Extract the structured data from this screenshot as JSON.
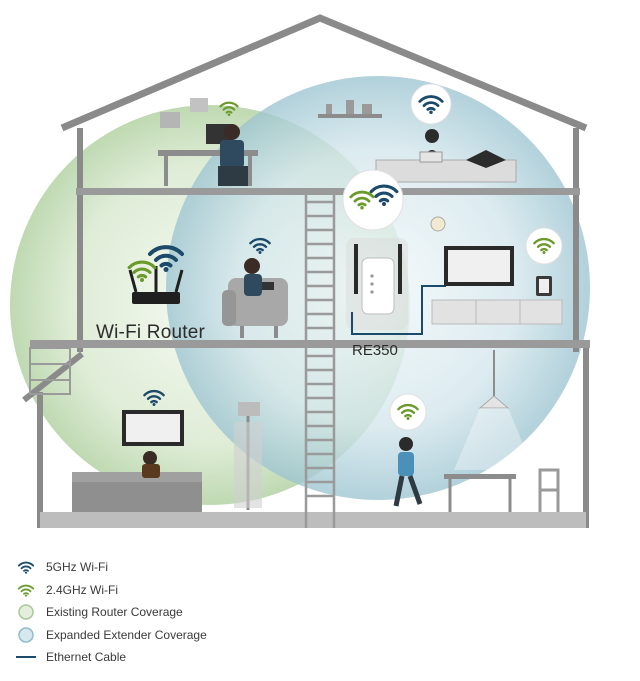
{
  "labels": {
    "router": "Wi-Fi Router",
    "extender": "RE350"
  },
  "legend": [
    {
      "symbol": "wifi-5ghz-icon",
      "label": "5GHz Wi-Fi",
      "color": "#1b4a6b"
    },
    {
      "symbol": "wifi-24ghz-icon",
      "label": "2.4GHz Wi-Fi",
      "color": "#6a9a2a"
    },
    {
      "symbol": "router-coverage-swatch",
      "label": "Existing Router Coverage",
      "color": "#cfe3c6"
    },
    {
      "symbol": "extender-coverage-swatch",
      "label": "Expanded Extender Coverage",
      "color": "#bcd7e0"
    },
    {
      "symbol": "ethernet-line",
      "label": "Ethernet Cable",
      "color": "#1b4a6b"
    }
  ],
  "colors": {
    "wifi_5ghz": "#1b4a6b",
    "wifi_24ghz": "#6a9a2a",
    "router_coverage": "#cfe3c6",
    "extender_coverage": "#bcd7e0",
    "house_structure": "#8a8a8a",
    "floor": "#c9c9c9"
  }
}
